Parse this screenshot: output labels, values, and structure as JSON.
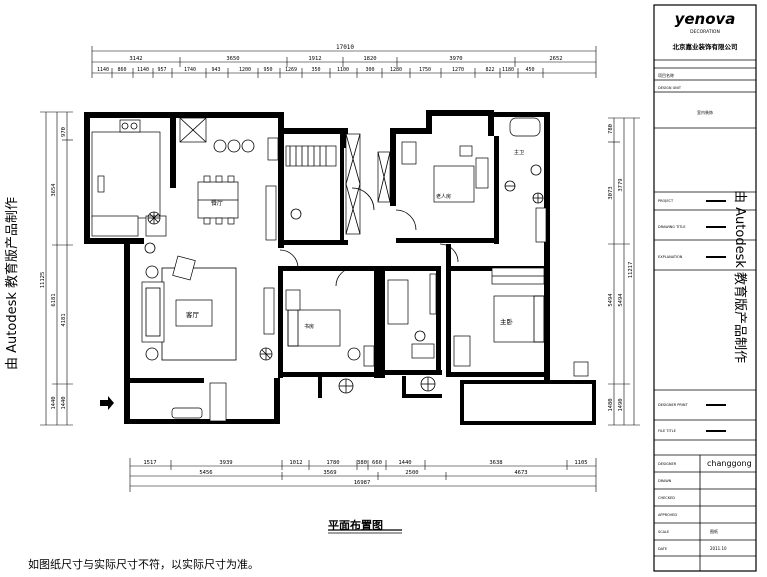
{
  "plan_title": "平面布置图",
  "disclaimer": "如图纸尺寸与实际尺寸不符，以实际尺寸为准。",
  "watermark": "由 Autodesk 教育版产品制作",
  "rooms": {
    "dining": "餐厅",
    "living": "客厅",
    "master": "主卧",
    "old": "老人房",
    "study": "书房",
    "bath": "主卫"
  },
  "title_block": {
    "brand": "yenova",
    "brand_sub": "DECORATION",
    "company": "北京嘉业装饰有限公司",
    "project_label": "项目名称",
    "project_value": "",
    "design_unit_label": "DESIGN UNIT",
    "design_unit_value": "室内装饰",
    "rows": [
      "PROJECT",
      "DRAWING TITLE",
      "EXPLANATION",
      "DESIGNER  PRINT",
      "FILE TITLE"
    ],
    "designer_name": "changgong",
    "small_rows": [
      "DESIGNER",
      "DRAWN",
      "CHECKED",
      "APPROVED",
      "SCALE",
      "DATE"
    ],
    "scale_value": "图纸",
    "date_value": "2011.10"
  },
  "dims_top_total": "17010",
  "dims_top_l2": [
    "3142",
    "3650",
    "1912",
    "1820",
    "3970",
    "2652"
  ],
  "dims_top_l3": [
    "1140",
    "860",
    "1140",
    "957",
    "1740",
    "943",
    "1200",
    "950",
    "1269",
    "350",
    "1100",
    "300",
    "1280",
    "1750",
    "1270",
    "822",
    "1180",
    "450"
  ],
  "dims_bottom_l1": [
    "1517",
    "3939",
    "1012",
    "1780",
    "380",
    "660",
    "1440",
    "3638",
    "1105"
  ],
  "dims_bottom_l2": [
    "5456",
    "3569",
    "2500",
    "4673"
  ],
  "dims_bottom_total": "16987",
  "dims_left_total": "11125",
  "dims_left_mid": [
    "3654",
    "6181",
    "1440"
  ],
  "dims_left_inner": [
    "970",
    "4181",
    "1440"
  ],
  "dims_right_total": "11217",
  "dims_right_mid": [
    "3779",
    "5494",
    "1490"
  ],
  "dims_right_inner": [
    "780",
    "3073",
    "5494",
    "1480"
  ]
}
